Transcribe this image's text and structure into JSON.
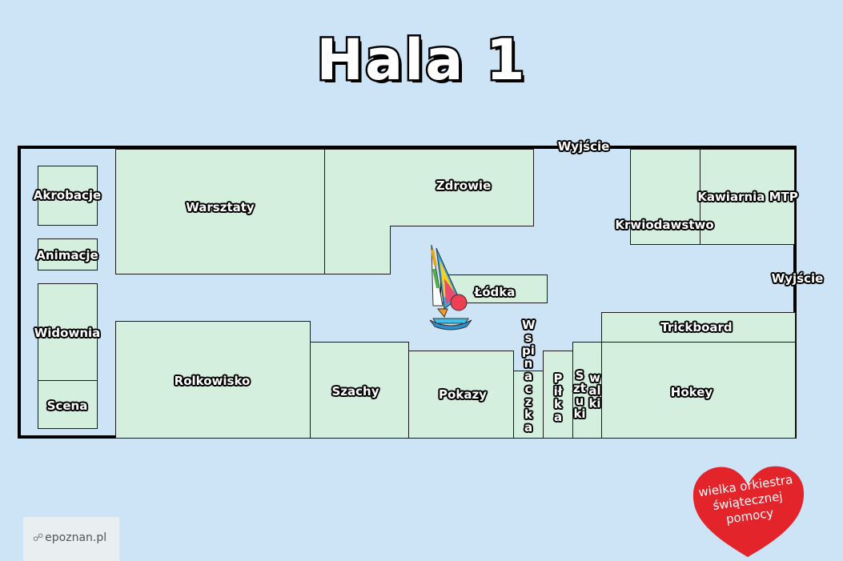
{
  "title": "Hala 1",
  "exits": [
    "Wyjście",
    "Wyjście"
  ],
  "rooms": {
    "akrobacje": "Akrobacje",
    "animacje": "Animacje",
    "widownia": "Widownia",
    "scena": "Scena",
    "warsztaty": "Warsztaty",
    "zdrowie": "Zdrowie",
    "krwiodawstwo": "Krwiodawstwo",
    "kawiarnia": "Kawiarnia MTP",
    "lodka": "Łódka",
    "trickboard": "Trickboard",
    "rolkowisko": "Rolkowisko",
    "szachy": "Szachy",
    "pokazy": "Pokazy",
    "wspinaczka": "Wspinaczka",
    "pilka": "Piłka",
    "sztuki": "Sztuki",
    "walki": "walki",
    "hokey": "Hokey"
  },
  "watermark": "epoznan.pl",
  "logo": {
    "line1": "wielka orkiestra",
    "line2": "świątecznej",
    "line3": "pomocy"
  },
  "colors": {
    "background": "#cde4f6",
    "room_fill": "#d5efdf",
    "heart": "#e3242b"
  },
  "icons": [
    "sailboat-icon",
    "heart-logo-icon",
    "globe-icon"
  ]
}
